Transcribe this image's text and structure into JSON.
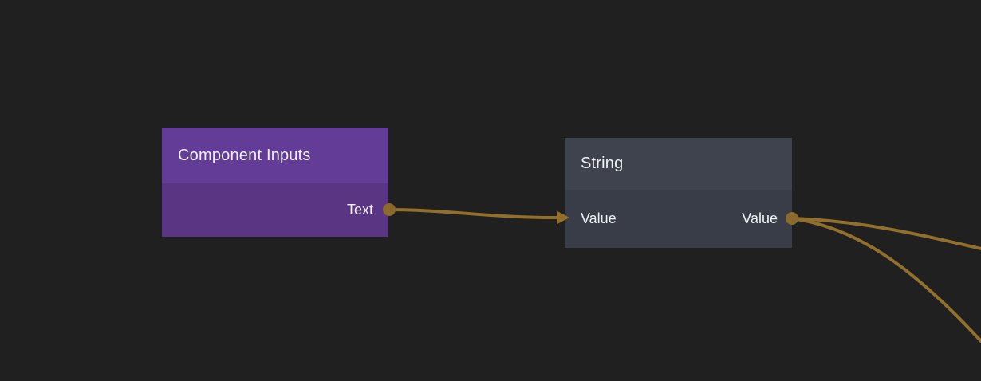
{
  "theme": {
    "bg": "#202020",
    "wire": "#92702c",
    "port-dot": "#8c692c",
    "text": "#f2eff6",
    "purple-header": "#623c97",
    "purple-body": "#5a3584",
    "slate-header": "#3f434e",
    "slate-body": "#393d48"
  },
  "nodes": [
    {
      "id": "component-inputs",
      "title": "Component Inputs",
      "outputs": [
        {
          "label": "Text"
        }
      ]
    },
    {
      "id": "string",
      "title": "String",
      "inputs": [
        {
          "label": "Value"
        }
      ],
      "outputs": [
        {
          "label": "Value"
        }
      ]
    }
  ],
  "connections": [
    {
      "from": "Component Inputs / Text",
      "to": "String / Value"
    },
    {
      "from": "String / Value",
      "to": "off-canvas right (upper)"
    },
    {
      "from": "String / Value",
      "to": "off-canvas right (lower)"
    }
  ]
}
